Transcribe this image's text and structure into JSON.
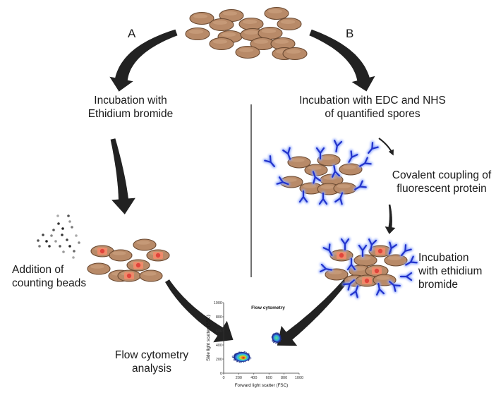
{
  "branches": {
    "a": {
      "letter": "A",
      "step1": "Incubation with\nEthidium bromide",
      "step2": "Addition of\ncounting beads",
      "result": "Flow cytometry\nanalysis"
    },
    "b": {
      "letter": "B",
      "step1": "Incubation with EDC and NHS\nof quantified spores",
      "step2": "Covalent coupling of\nfluorescent protein",
      "step3": "Incubation\nwith ethidium\nbromide"
    }
  },
  "plot": {
    "title": "Flow cytometry",
    "xlabel": "Forward light scatter (FSC)",
    "ylabel": "Side light scatter (SSC)",
    "ticks": [
      "0",
      "200",
      "400",
      "600",
      "800",
      "1000"
    ]
  },
  "chart_data": {
    "type": "scatter",
    "title": "Flow cytometry",
    "xlabel": "Forward light scatter (FSC)",
    "ylabel": "Side light scatter (SSC)",
    "xlim": [
      0,
      1000
    ],
    "ylim": [
      0,
      1000
    ],
    "populations": [
      {
        "center": [
          240,
          230
        ],
        "spread": [
          110,
          70
        ]
      },
      {
        "center": [
          700,
          500
        ],
        "spread": [
          60,
          70
        ]
      }
    ]
  },
  "colors": {
    "spore_fill": "#b88a68",
    "spore_stroke": "#6b4a32",
    "antibody": "#2233cc",
    "antibody_glow": "#8fa8ff",
    "stain": "#e0443c",
    "arrow": "#222222",
    "divider": "#333333"
  }
}
